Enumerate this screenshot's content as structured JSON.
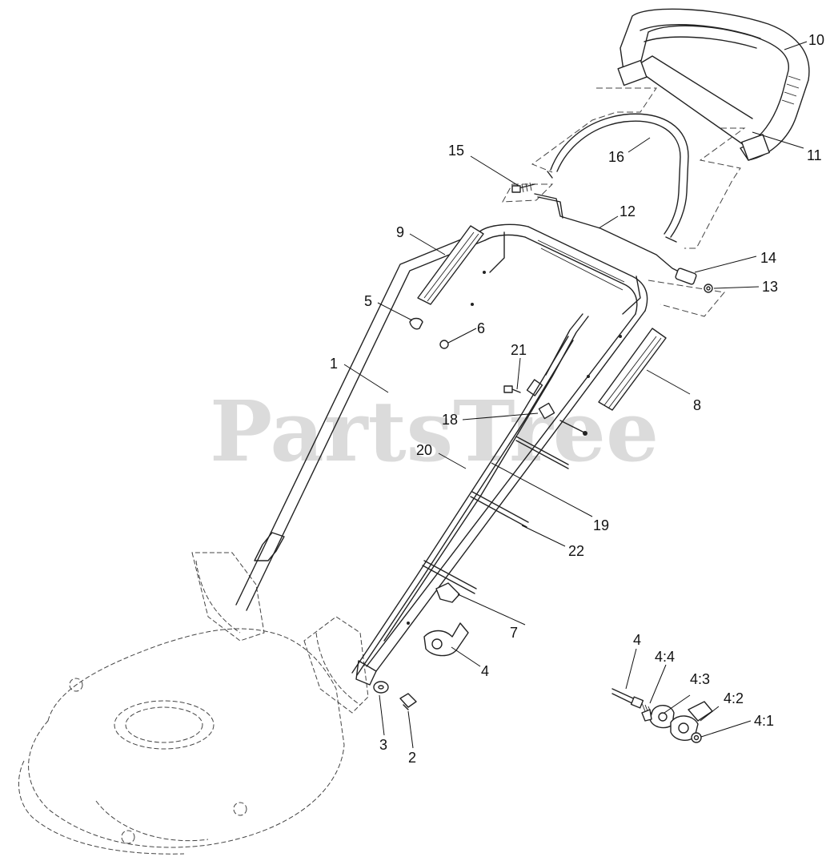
{
  "watermark": "PartsTree",
  "callouts": [
    {
      "id": "c10",
      "label": "10"
    },
    {
      "id": "c11",
      "label": "11"
    },
    {
      "id": "c16",
      "label": "16"
    },
    {
      "id": "c15",
      "label": "15"
    },
    {
      "id": "c12",
      "label": "12"
    },
    {
      "id": "c9",
      "label": "9"
    },
    {
      "id": "c14",
      "label": "14"
    },
    {
      "id": "c13",
      "label": "13"
    },
    {
      "id": "c5",
      "label": "5"
    },
    {
      "id": "c6",
      "label": "6"
    },
    {
      "id": "c21",
      "label": "21"
    },
    {
      "id": "c1",
      "label": "1"
    },
    {
      "id": "c8",
      "label": "8"
    },
    {
      "id": "c18",
      "label": "18"
    },
    {
      "id": "c20",
      "label": "20"
    },
    {
      "id": "c19",
      "label": "19"
    },
    {
      "id": "c22",
      "label": "22"
    },
    {
      "id": "c7",
      "label": "7"
    },
    {
      "id": "c4a",
      "label": "4"
    },
    {
      "id": "c4b",
      "label": "4"
    },
    {
      "id": "c44",
      "label": "4:4"
    },
    {
      "id": "c43",
      "label": "4:3"
    },
    {
      "id": "c42",
      "label": "4:2"
    },
    {
      "id": "c41",
      "label": "4:1"
    },
    {
      "id": "c3",
      "label": "3"
    },
    {
      "id": "c2",
      "label": "2"
    }
  ]
}
